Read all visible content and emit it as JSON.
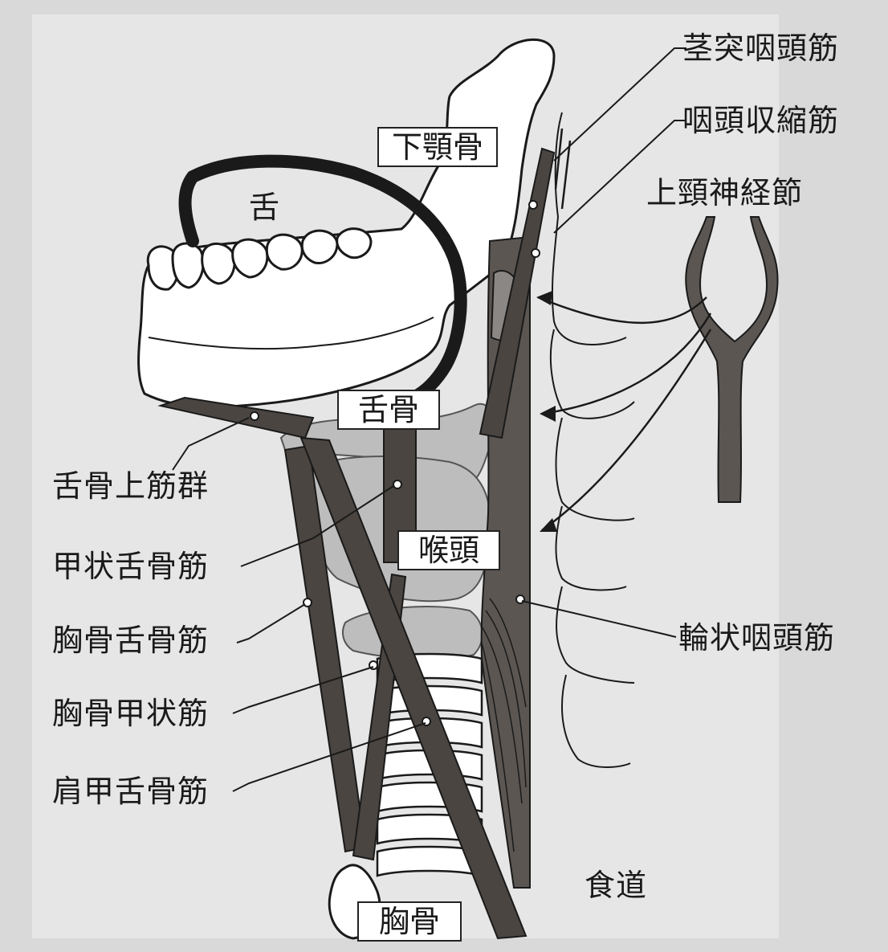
{
  "colors": {
    "background": "#d9d9d9",
    "muscle": "#4a4541",
    "cartilage": "#bdbdbd",
    "line": "#1a1a1a",
    "box": "#ffffff"
  },
  "boxed_labels": {
    "mandible": "下顎骨",
    "hyoid": "舌骨",
    "larynx": "喉頭",
    "sternum": "胸骨"
  },
  "labels": {
    "tongue": "舌",
    "stylopharyngeus": "茎突咽頭筋",
    "pharyngeal_constrictor": "咽頭収縮筋",
    "superior_cervical_ganglion": "上頸神経節",
    "suprahyoid_muscles": "舌骨上筋群",
    "thyrohyoid": "甲状舌骨筋",
    "sternohyoid": "胸骨舌骨筋",
    "sternothyroid": "胸骨甲状筋",
    "omohyoid": "肩甲舌骨筋",
    "cricopharyngeus": "輪状咽頭筋",
    "esophagus": "食道"
  }
}
